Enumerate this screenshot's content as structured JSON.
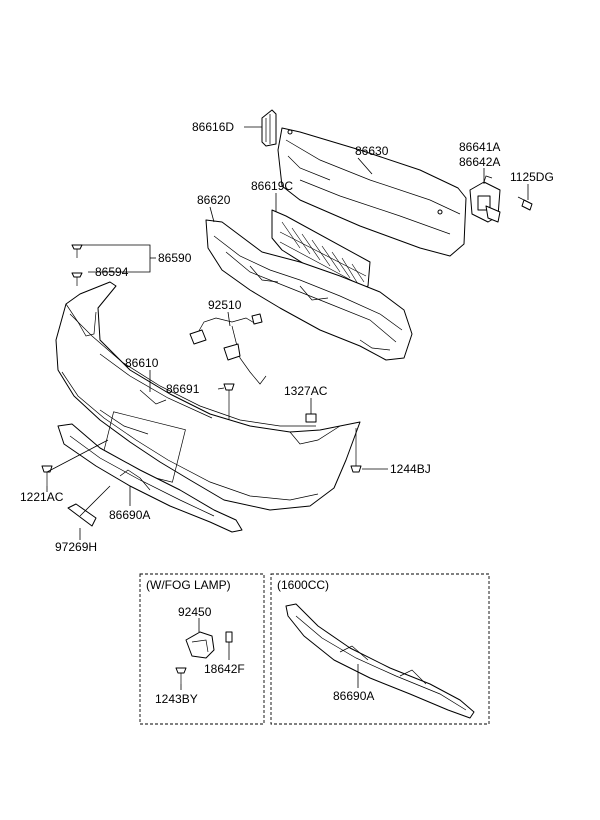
{
  "labels": {
    "p86616D": "86616D",
    "p86630": "86630",
    "p86641A": "86641A",
    "p86642A": "86642A",
    "p1125DG": "1125DG",
    "p86619C": "86619C",
    "p86620": "86620",
    "p86590": "86590",
    "p86594": "86594",
    "p92510": "92510",
    "p86610": "86610",
    "p86691": "86691",
    "p1327AC": "1327AC",
    "p1244BJ": "1244BJ",
    "p1221AC": "1221AC",
    "p86690A": "86690A",
    "p97269H": "97269H",
    "p92450": "92450",
    "p18642F": "18642F",
    "p1243BY": "1243BY",
    "p86690A_2": "86690A"
  },
  "boxes": {
    "fog_lamp": "(W/FOG LAMP)",
    "cc1600": "(1600CC)"
  }
}
